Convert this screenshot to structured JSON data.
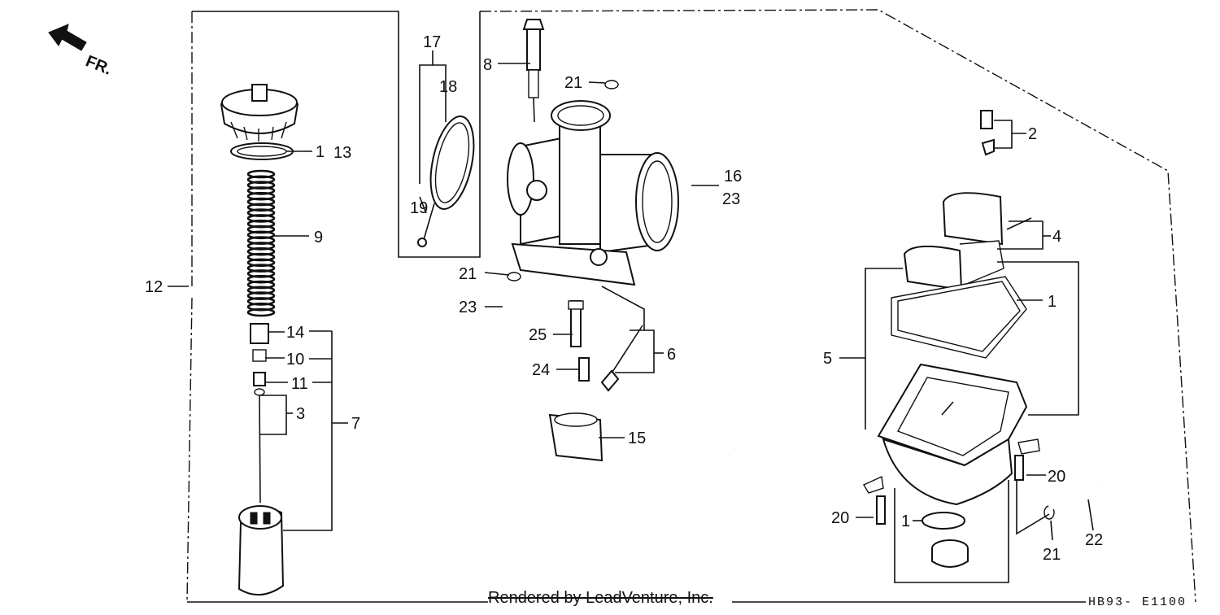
{
  "direction_label": "FR.",
  "footer_text": "Rendered by LeadVenture, Inc.",
  "diagram_code": "HB93- E1100",
  "callouts": {
    "c1_top": "1",
    "c13": "13",
    "c9": "9",
    "c12": "12",
    "c14": "14",
    "c10": "10",
    "c11": "11",
    "c3": "3",
    "c7": "7",
    "c17": "17",
    "c18": "18",
    "c19": "19",
    "c8": "8",
    "c21_top": "21",
    "c21_mid": "21",
    "c23_left": "23",
    "c25": "25",
    "c24": "24",
    "c6": "6",
    "c15": "15",
    "c16": "16",
    "c23_right": "23",
    "c2": "2",
    "c4": "4",
    "c1_gasket": "1",
    "c5": "5",
    "c20_right": "20",
    "c20_left": "20",
    "c1_bottom": "1",
    "c21_bottom": "21",
    "c22": "22"
  }
}
